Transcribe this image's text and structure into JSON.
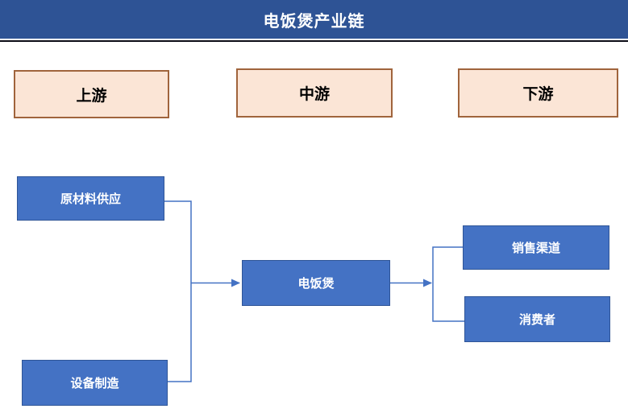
{
  "header": {
    "title": "电饭煲产业链"
  },
  "columns": [
    {
      "id": "upstream",
      "label": "上游"
    },
    {
      "id": "midstream",
      "label": "中游"
    },
    {
      "id": "downstream",
      "label": "下游"
    }
  ],
  "nodes": {
    "raw_material": {
      "label": "原材料供应",
      "column": "upstream"
    },
    "equipment": {
      "label": "设备制造",
      "column": "upstream"
    },
    "rice_cooker": {
      "label": "电饭煲",
      "column": "midstream"
    },
    "sales_channel": {
      "label": "销售渠道",
      "column": "downstream"
    },
    "consumer": {
      "label": "消费者",
      "column": "downstream"
    }
  },
  "edges": [
    {
      "from": "raw_material",
      "to": "rice_cooker",
      "arrow": true
    },
    {
      "from": "equipment",
      "to": "rice_cooker",
      "arrow": true
    },
    {
      "from": "rice_cooker",
      "to": "sales_channel",
      "arrow": true
    },
    {
      "from": "rice_cooker",
      "to": "consumer",
      "arrow": true
    }
  ],
  "colors": {
    "header_bg": "#2E5395",
    "header_text": "#FFFFFF",
    "node_fill": "#4472C4",
    "node_border": "#2F5597",
    "node_text": "#FFFFFF",
    "stage_fill": "#FBE5D6",
    "stage_border": "#A0643C",
    "stage_text": "#000000",
    "connector": "#4472C4",
    "divider": "#0C0C16"
  }
}
